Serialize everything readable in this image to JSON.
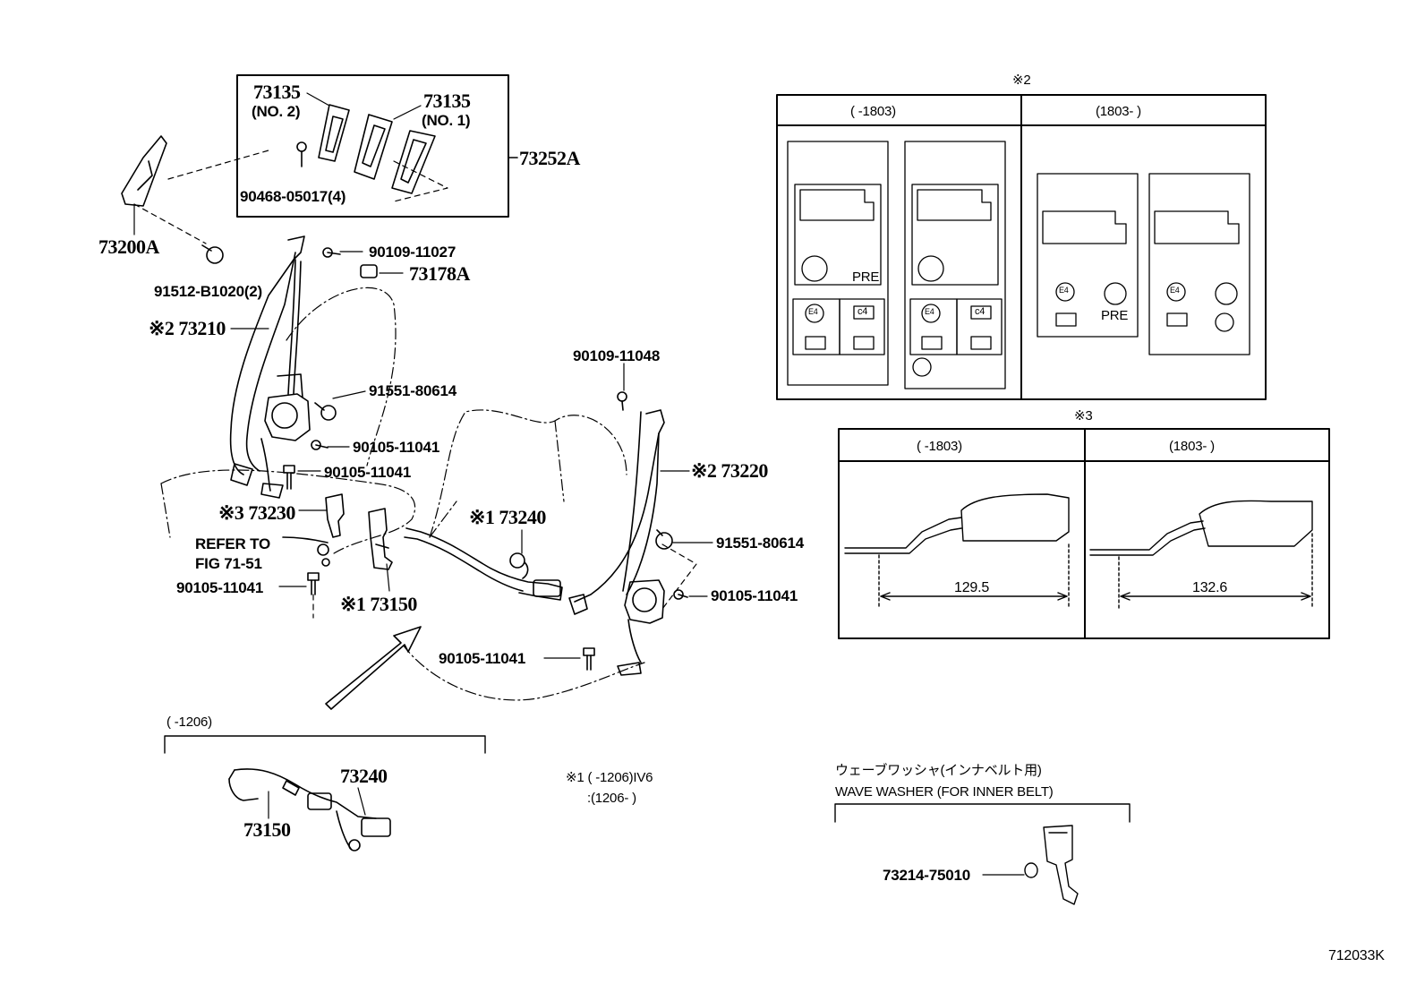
{
  "parts": {
    "p73135_no2": "73135",
    "p73135_no2_sub": "(NO. 2)",
    "p73135_no1": "73135",
    "p73135_no1_sub": "(NO. 1)",
    "p73252a": "73252A",
    "p90468": "90468-05017(4)",
    "p73200a": "73200A",
    "p90109_11027": "90109-11027",
    "p73178a": "73178A",
    "p91512": "91512-B1020(2)",
    "p73210": "※2 73210",
    "p91551_a": "91551-80614",
    "p90105_a": "90105-11041",
    "p90105_b": "90105-11041",
    "p73230": "※3 73230",
    "refer_1": "REFER TO",
    "refer_2": "FIG 71-51",
    "p90105_c": "90105-11041",
    "p73150": "※1 73150",
    "p73240": "※1 73240",
    "p90109_11048": "90109-11048",
    "p73220": "※2 73220",
    "p91551_b": "91551-80614",
    "p90105_d": "90105-11041",
    "p90105_e": "90105-11041"
  },
  "inset_lower": {
    "range": "(      -1206)",
    "p73240": "73240",
    "p73150": "73150"
  },
  "notes": {
    "note1_line1": "※1 (      -1206)IV6",
    "note1_line2": ":(1206-      )"
  },
  "label_panel": {
    "mark": "※2",
    "col1": "(      -1803)",
    "col2": "(1803-      )",
    "pre": "PRE",
    "e4": "E4",
    "c4": "c4"
  },
  "dimension_panel": {
    "mark": "※3",
    "col1": "(      -1803)",
    "col2": "(1803-      )",
    "dim1": "129.5",
    "dim2": "132.6"
  },
  "washer": {
    "caption_jp": "ウェーブワッシャ(インナベルト用)",
    "caption_en": "WAVE WASHER (FOR INNER BELT)",
    "part": "73214-75010"
  },
  "figure_id": "712033K"
}
